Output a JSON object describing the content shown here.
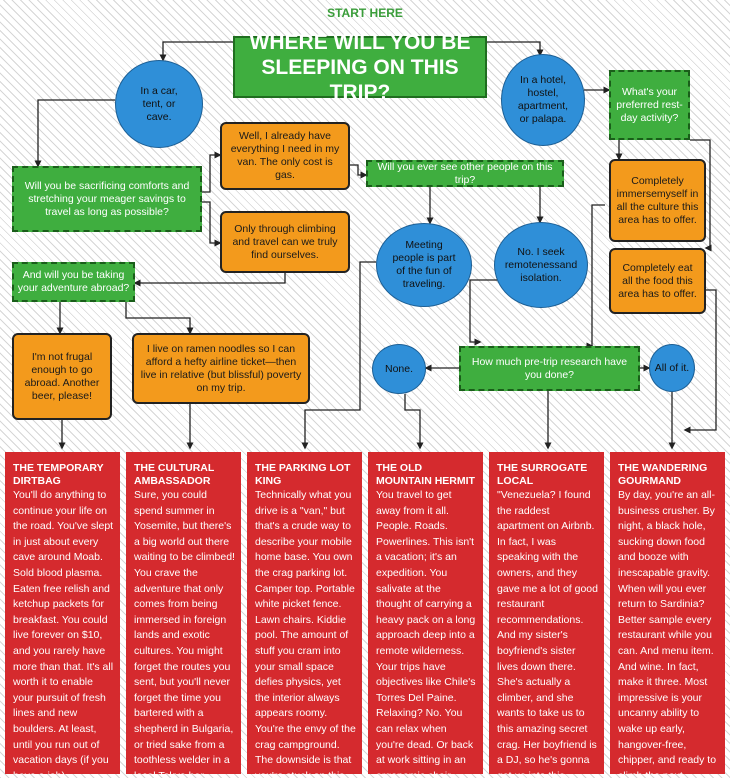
{
  "start": "START HERE",
  "title": "WHERE WILL YOU BE SLEEPING ON THIS TRIP?",
  "nodes": {
    "car": "In a car, tent, or cave.",
    "hotel": "In a hotel, hostel, apartment, or palapa.",
    "rest_q": "What's your preferred rest-day activity?",
    "immerse": "Completely immersemyself in all the culture this area has to offer.",
    "eat": "Completely eat all the food this area has to offer.",
    "sacrifice_q": "Will you be sacrificing comforts and stretching your meager savings to travel as long as possible?",
    "van": "Well, I already have everything I need in my van. The only cost is gas.",
    "find": "Only through climbing and travel can we truly find ourselves.",
    "people_q": "Will you ever see other people on this trip?",
    "meeting": "Meeting people is part of the fun of traveling.",
    "remote": "No. I seek remotenessand isolation.",
    "abroad_q": "And will you be taking your adventure abroad?",
    "frugal": "I'm not frugal enough to go abroad. Another beer, please!",
    "ramen": "I live on ramen noodles so I can afford a hefty airline ticket—then live in relative (but blissful) poverty on my trip.",
    "research_q": "How much pre-trip research have you done?",
    "none": "None.",
    "all": "All of it."
  },
  "results": [
    {
      "title": "The Temporary Dirtbag",
      "body": "You'll do anything to continue your life on the road. You've slept in just about every cave around Moab. Sold blood plasma. Eaten free relish and ketchup packets for breakfast. You could live forever on $10, and you rarely have more than that. It's all worth it to enable your pursuit of fresh lines and new boulders. At least, until you run out of vacation days (if you have a job)."
    },
    {
      "title": "The Cultural Ambassador",
      "body": "Sure, you could spend summer in Yosemite, but there's a big world out there waiting to be climbed! You crave the adventure that only comes from being immersed in foreign lands and exotic cultures. You might forget the routes you sent, but you'll never forget the time you bartered with a shepherd in Bulgaria, or tried sake from a toothless welder in a local Tokyo bar."
    },
    {
      "title": "The Parking Lot King",
      "body": "Technically what you drive is a \"van,\" but that's a crude way to describe your mobile home base. You own the crag parking lot. Camper top. Portable white picket fence. Lawn chairs. Kiddie pool. The amount of stuff you cram into your small space defies physics, yet the interior always appears roomy. You're the envy of the crag campground. The downside is that you're stuck on this continent."
    },
    {
      "title": "The Old Mountain Hermit",
      "body": "You travel to get away from it all. People. Roads. Powerlines. This isn't a vacation; it's an expedition. You salivate at the thought of carrying a heavy pack on a long approach deep into a remote wilderness. Your trips have objectives like Chile's Torres Del Paine. Relaxing? No. You can relax when you're dead. Or back at work sitting in an ergonomic chair."
    },
    {
      "title": "The Surrogate Local",
      "body": "\"Venezuela? I found the raddest apartment on Airbnb. In fact, I was speaking with the owners, and they gave me a lot of good restaurant recommendations. And my sister's boyfriend's sister lives down there. She's actually a climber, and she wants to take us to this amazing secret crag. Her boyfriend is a DJ, so he's gonna get us into this exclusive club, and after that we'll go...\""
    },
    {
      "title": "The Wandering Gourmand",
      "body": "By day, you're an all-business crusher. By night, a black hole, sucking down food and booze with inescapable gravity. When will you ever return to Sardinia? Better sample every restaurant while you can. And menu item. And wine. In fact, make it three. Most impressive is your uncanny ability to wake up early, hangover-free, chipper, and ready to climb the next morning."
    }
  ],
  "colors": {
    "green": "#3fae3f",
    "orange": "#f39a1c",
    "blue": "#2f8fd8",
    "red": "#d52a2e"
  }
}
